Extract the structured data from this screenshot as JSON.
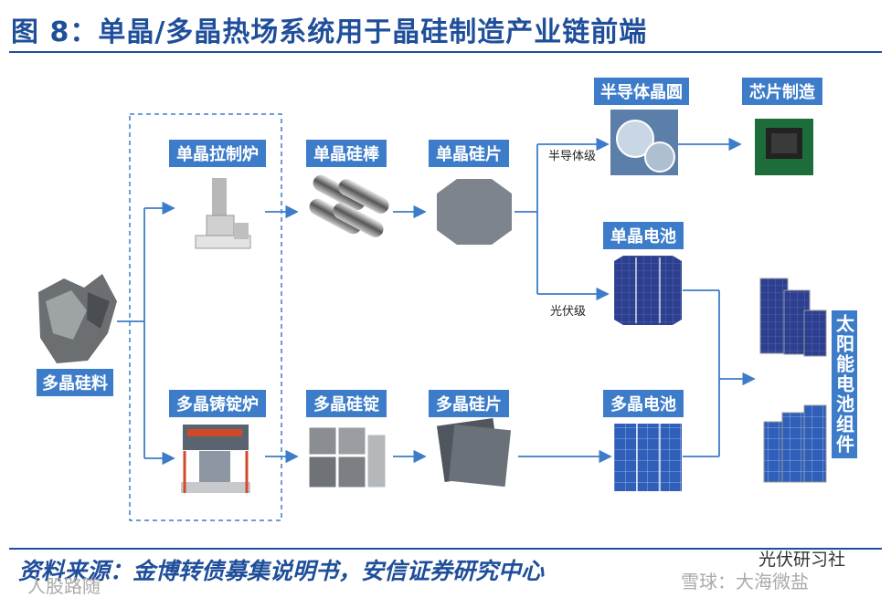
{
  "title": "图 8：单晶/多晶热场系统用于晶硅制造产业链前端",
  "source": "资料来源：金博转债募集说明书，安信证券研究中心",
  "watermarks": {
    "left": "人股路随",
    "right_brand": "光伏研习社",
    "right_xueqiu": "雪球：大海微盐"
  },
  "nodes": {
    "poly_material": "多晶硅料",
    "mono_furnace": "单晶拉制炉",
    "poly_furnace": "多晶铸锭炉",
    "mono_rod": "单晶硅棒",
    "poly_ingot": "多晶硅锭",
    "mono_wafer": "单晶硅片",
    "poly_wafer": "多晶硅片",
    "semi_wafer": "半导体晶圆",
    "chip": "芯片制造",
    "mono_cell": "单晶电池",
    "poly_cell": "多晶电池",
    "solar_module": "太阳能电池组件"
  },
  "grades": {
    "semiconductor": "半导体级",
    "pv": "光伏级"
  },
  "colors": {
    "title": "#1f4e9a",
    "label_bg": "#3d7cc9",
    "arrow": "#3d7cc9"
  }
}
